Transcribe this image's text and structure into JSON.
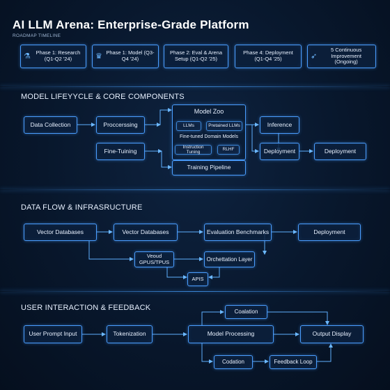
{
  "header": {
    "title": "AI LLM Arena: Enterprise-Grade Platform",
    "subtitle": "ROADMAP TIMELINE"
  },
  "timeline": [
    {
      "icon": "flask-icon",
      "glyph": "⚗",
      "label": "Phase 1: Research (Q1-Q2 '24)"
    },
    {
      "icon": "trophy-icon",
      "glyph": "🏆",
      "label": "Phase 1: Model (Q3-Q4 '24)"
    },
    {
      "icon": "",
      "glyph": "",
      "label": "Phase 2: Eval & Arena Setup (Q1-Q2 '25)"
    },
    {
      "icon": "",
      "glyph": "",
      "label": "Phase 4: Deployment (Q1-Q4 '25)"
    },
    {
      "icon": "rocket-icon",
      "glyph": "🚀",
      "label": "5 Continuous Improvement (Ongoing)"
    }
  ],
  "section1": {
    "label": "MODEL LIFEYYCLE & CORE COMPONENTS",
    "data_collection": "Data Collection",
    "processing": "Proccerssing",
    "fine_tuning": "Fine-Tuining",
    "model_zoo": "Model Zoo",
    "llms": "LLMs",
    "pretrained": "Pretained LLMs",
    "fine_tuned": "Fine-tuned Domain Models",
    "instruction_tuning": "Instruction Tuning",
    "rlhf": "RLHF",
    "training_pipeline": "Training Pipeline",
    "inference": "Inference",
    "deployment_a": "Deployment",
    "deployment_b": "Deployment"
  },
  "section2": {
    "label": "DATA FLOW & INFRASRUCTURE",
    "vector_db_a": "Vector Databases",
    "vector_db_b": "Vector Databases",
    "eval_bench": "Evaluation Benchmarks",
    "deployment": "Deployment",
    "gpus": "Veoud GPUS/TPUS",
    "orchestration": "Orchettation Layer",
    "apis": "APIS"
  },
  "section3": {
    "label": "USER INTERACTION & FEEDBACK",
    "user_prompt": "User Prompt Input",
    "tokenization": "Tokenization",
    "model_processing": "Model Processing",
    "output_display": "Output Display",
    "coalation_top": "Coalation",
    "codation": "Codation",
    "feedback_loop": "Feedback Loop"
  },
  "colors": {
    "accent": "#4a9eff",
    "background": "#08172c",
    "wire": "#5fb0ff"
  }
}
